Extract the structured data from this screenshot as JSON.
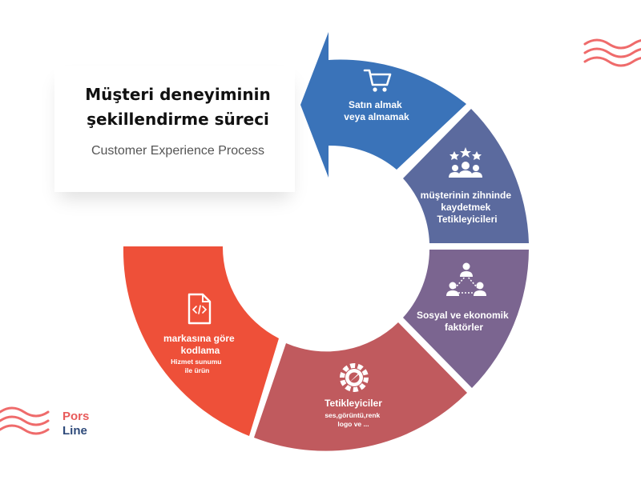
{
  "header": {
    "title_line1": "Müşteri deneyiminin",
    "title_line2": "şekillendirme süreci",
    "subtitle": "Customer Experience Process"
  },
  "segments": [
    {
      "title": [
        "Satın almak",
        "veya almamak"
      ],
      "sub": [],
      "color": "#3a73b9",
      "icon": "shopping-cart-icon"
    },
    {
      "title": [
        "müşterinin zihninde",
        "kaydetmek",
        "Tetikleyicileri"
      ],
      "sub": [],
      "color": "#5b6a9e",
      "icon": "rating-stars-people-icon"
    },
    {
      "title": [
        "Sosyal ve ekonomik",
        "faktörler"
      ],
      "sub": [],
      "color": "#7b6590",
      "icon": "people-network-icon"
    },
    {
      "title": [
        "Tetikleyiciler"
      ],
      "sub": [
        "ses,görüntü,renk",
        "logo ve ..."
      ],
      "color": "#c05a5e",
      "icon": "gear-wrench-icon"
    },
    {
      "title": [
        "markasına göre",
        "kodlama"
      ],
      "sub": [
        "Hizmet sunumu",
        "ile ürün"
      ],
      "color": "#ee5039",
      "icon": "code-file-icon"
    }
  ],
  "logo": {
    "line1": "Pors",
    "line2": "Line"
  },
  "colors": {
    "wave": "#ef6b6b",
    "logo_top": "#e85a5a",
    "logo_bottom": "#2e4a7a"
  }
}
